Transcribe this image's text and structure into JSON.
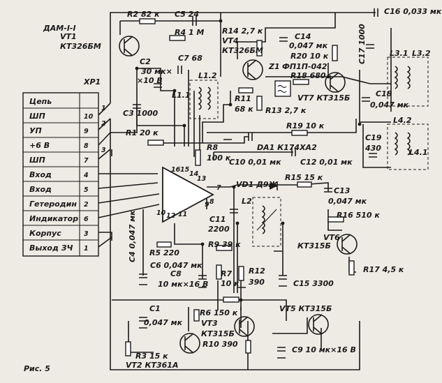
{
  "figure": {
    "title": "ДАМ-I-I",
    "caption": "Рис. 5",
    "connector_ref": "XP1",
    "ic_ref": "DA1 К174ХА2"
  },
  "connector_table": {
    "header": "Цепь",
    "rows": [
      {
        "label": "ШП",
        "pin": "10"
      },
      {
        "label": "УП",
        "pin": "9"
      },
      {
        "label": "+6 В",
        "pin": "8"
      },
      {
        "label": "ШП",
        "pin": "7"
      },
      {
        "label": "Вход",
        "pin": "4"
      },
      {
        "label": "Вход",
        "pin": "5"
      },
      {
        "label": "Гетеродин",
        "pin": "2"
      },
      {
        "label": "Индикатор",
        "pin": "6"
      },
      {
        "label": "Корпус",
        "pin": "3"
      },
      {
        "label": "Выход ЗЧ",
        "pin": "1"
      }
    ]
  },
  "wire_labels": [
    "1",
    "2",
    "3"
  ],
  "ic_pins": [
    "16",
    "15",
    "14",
    "13",
    "12",
    "11",
    "10",
    "9",
    "8",
    "7"
  ],
  "components": {
    "vt1": "VT1",
    "vt1_type": "КТ326БМ",
    "r2": "R2 82 к",
    "c5": "C5 24",
    "r4": "R4 1 М",
    "c2": "C2",
    "c2_val": "30 мк×",
    "c2_volt": "×10 В",
    "c7": "C7 68",
    "c3": "C3 1000",
    "l11": "L1.1",
    "l12": "L1.2",
    "r1": "R1 20 к",
    "r8": "R8",
    "r8_val": "100 к",
    "r14": "R14 2,7 к",
    "vt4": "VT4",
    "vt4_type": "КТ326БМ",
    "c14": "C14",
    "c14_val": "0,047 мк",
    "r20": "R20 10 к",
    "z1": "Z1",
    "z1_type": "ФП1П-042",
    "r18": "R18 680",
    "r11": "R11",
    "r11_val": "68 к",
    "r13": "R13 2,7 к",
    "vt7": "VT7 КТ315Б",
    "c16": "C16 0,033 мк",
    "c17": "C17 1000",
    "c18": "C18",
    "c18_val": "0,047 мк",
    "l31": "L3.1",
    "l32": "L3.2",
    "l42": "L4.2",
    "l41": "L4.1",
    "c19": "C19",
    "c19_val": "430",
    "r19": "R19 10 к",
    "c10": "C10 0,01 мк",
    "c12": "C12 0,01 мк",
    "vd1": "VD1 Д9Ж",
    "r15": "R15 15 к",
    "c13": "C13",
    "c13_val": "0,047 мк",
    "r16": "R16 510 к",
    "l2": "L2",
    "c11": "C11",
    "c11_val": "2200",
    "vt6": "VT6",
    "vt6_type": "КТ315Б",
    "r17": "R17 4,5 к",
    "c4": "C4 0,047 мк",
    "r5": "R5 220",
    "c6": "C6 0,047 мк",
    "c8": "C8",
    "c8_val": "10 мк×16 В",
    "r9": "R9 39 к",
    "r7": "R7",
    "r7_val": "10 к",
    "r12": "R12",
    "r12_val": "390",
    "c15": "C15 3300",
    "c1": "C1",
    "c1_val": "0,047 мк",
    "r6": "R6 150 к",
    "vt3": "VT3",
    "vt3_type": "КТ315Б",
    "r10": "R10 390",
    "vt5": "VT5 КТ315Б",
    "c9": "C9 10 мк×16 В",
    "r3": "R3 15 к",
    "vt2": "VT2 КТ361А"
  }
}
